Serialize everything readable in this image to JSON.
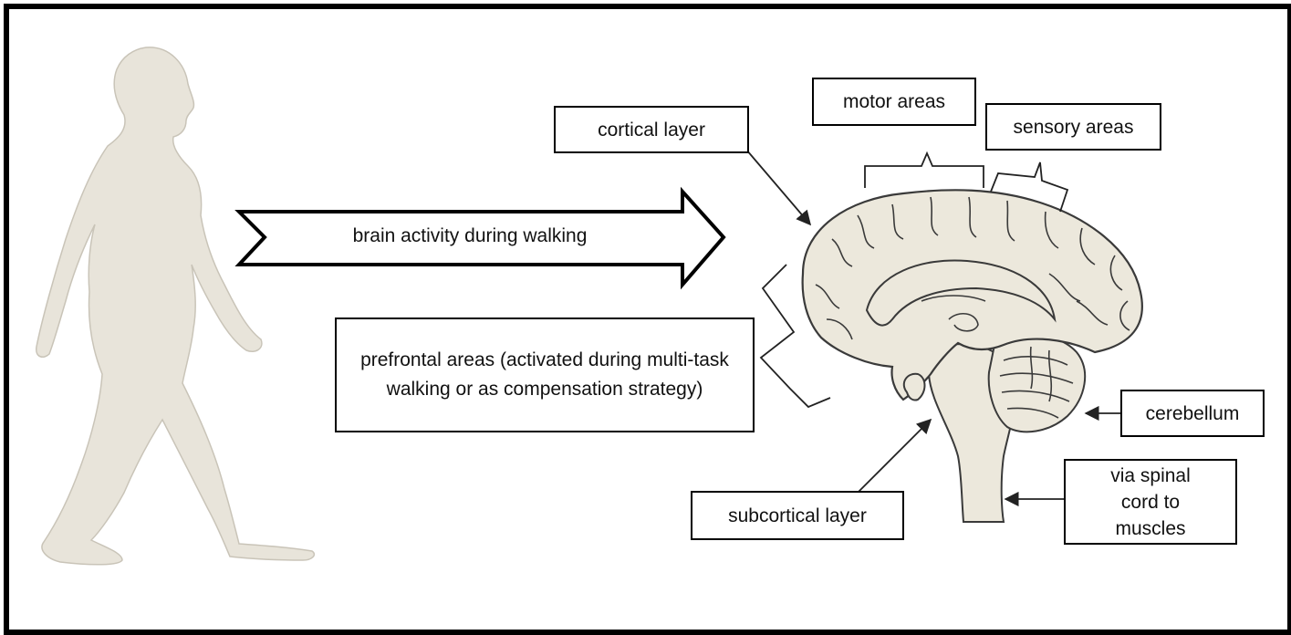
{
  "diagram": {
    "main_arrow_label": "brain activity during walking",
    "labels": {
      "cortical_layer": "cortical layer",
      "motor_areas": "motor areas",
      "sensory_areas": "sensory areas",
      "prefrontal_areas": "prefrontal areas (activated during multi-task walking or as compensation strategy)",
      "cerebellum": "cerebellum",
      "subcortical_layer": "subcortical layer",
      "spinal_cord": "via spinal cord to muscles"
    },
    "colors": {
      "figure_fill": "#e8e4da",
      "brain_fill": "#ece8dc",
      "outline": "#3a3a3a",
      "border": "#000000"
    }
  }
}
